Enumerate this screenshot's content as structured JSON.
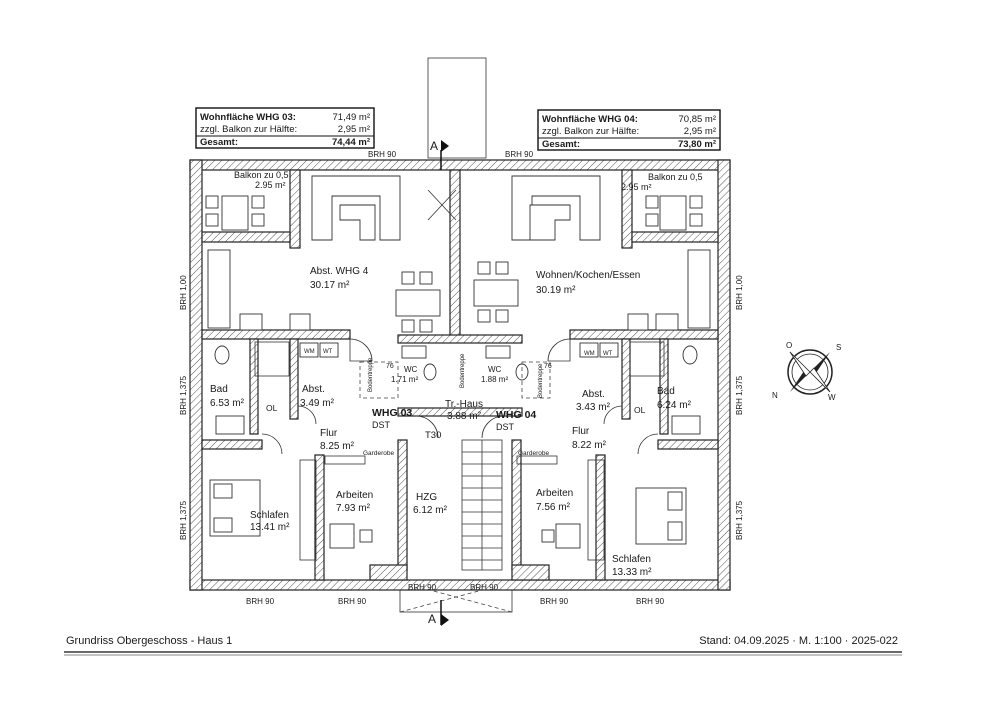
{
  "area_boxes": {
    "whg03": {
      "rows": [
        {
          "label": "Wohnfläche WHG 03:",
          "value": "71,49 m²",
          "bold": true
        },
        {
          "label": "zzgl. Balkon zur Hälfte:",
          "value": "2,95 m²",
          "bold": false
        },
        {
          "label": "Gesamt:",
          "value": "74,44 m²",
          "bold": true
        }
      ]
    },
    "whg04": {
      "rows": [
        {
          "label": "Wohnfläche WHG 04:",
          "value": "70,85 m²",
          "bold": true
        },
        {
          "label": "zzgl. Balkon zur Hälfte:",
          "value": "2,95 m²",
          "bold": false
        },
        {
          "label": "Gesamt:",
          "value": "73,80 m²",
          "bold": true
        }
      ]
    }
  },
  "rooms": {
    "balkon_left": {
      "name": "Balkon zu 0,5",
      "area": "2.95 m²"
    },
    "balkon_right": {
      "name": "Balkon zu 0,5",
      "area": "2.95 m²"
    },
    "abst_whg4": {
      "name": "Abst. WHG 4",
      "area": "30.17 m²"
    },
    "wohnen": {
      "name": "Wohnen/Kochen/Essen",
      "area": "30.19 m²"
    },
    "bad_left": {
      "name": "Bad",
      "area": "6.53 m²"
    },
    "bad_right": {
      "name": "Bad",
      "area": "6.24 m²"
    },
    "abst_left": {
      "name": "Abst.",
      "area": "3.49 m²"
    },
    "abst_right": {
      "name": "Abst.",
      "area": "3.43 m²"
    },
    "wc_left": {
      "name": "WC",
      "area": "1.71 m²"
    },
    "wc_right": {
      "name": "WC",
      "area": "1.88 m²"
    },
    "trhaus": {
      "name": "Tr.-Haus",
      "area": "3.88 m²"
    },
    "flur_left": {
      "name": "Flur",
      "area": "8.25 m²"
    },
    "flur_right": {
      "name": "Flur",
      "area": "8.22 m²"
    },
    "schlafen_left": {
      "name": "Schlafen",
      "area": "13.41 m²"
    },
    "schlafen_right": {
      "name": "Schlafen",
      "area": "13.33 m²"
    },
    "arbeiten_left": {
      "name": "Arbeiten",
      "area": "7.93 m²"
    },
    "arbeiten_right": {
      "name": "Arbeiten",
      "area": "7.56 m²"
    },
    "hzg": {
      "name": "HZG",
      "area": "6.12 m²"
    }
  },
  "units": {
    "whg03": {
      "name": "WHG 03",
      "sub": "DST"
    },
    "whg04": {
      "name": "WHG 04",
      "sub": "DST"
    }
  },
  "labels": {
    "brh90": "BRH 90",
    "brh100": "BRH 1,00",
    "brh1375": "BRH 1,375",
    "section_a": "A",
    "t30": "T30",
    "ol": "OL",
    "wm": "WM",
    "wt": "WT",
    "garderobe": "Garderobe",
    "bodentreppe": "Bodentreppe",
    "step76": "76"
  },
  "compass": {
    "n": "N",
    "s": "S",
    "o": "O",
    "w": "W"
  },
  "footer": {
    "left": "Grundriss Obergeschoss - Haus 1",
    "right": "Stand: 04.09.2025 · M. 1:100 · 2025-022"
  }
}
